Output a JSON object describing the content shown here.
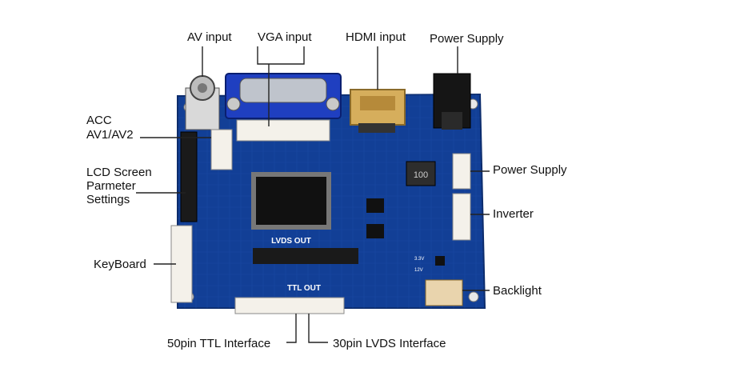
{
  "labels": {
    "av_input": "AV input",
    "vga_input": "VGA input",
    "hdmi_input": "HDMI input",
    "power_supply_top": "Power Supply",
    "acc_line1": "ACC",
    "acc_line2": "AV1/AV2",
    "lcd_line1": "LCD Screen",
    "lcd_line2": "Parmeter",
    "lcd_line3": "Settings",
    "keyboard": "KeyBoard",
    "power_supply_right": "Power Supply",
    "inverter": "Inverter",
    "backlight": "Backlight",
    "ttl_interface": "50pin TTL Interface",
    "lvds_interface": "30pin LVDS Interface"
  },
  "board": {
    "lvds_out": "LVDS OUT",
    "ttl_out": "TTL OUT",
    "inductor_mark": "100",
    "v33": "3.3V",
    "v12": "12V"
  },
  "colors": {
    "pcb": "#123f96",
    "pcb_dark": "#0c2c6c",
    "connector": "#f4f1ea",
    "vga_body": "#1f3fc0",
    "gold": "#d6ae5c",
    "leader": "#222222"
  }
}
